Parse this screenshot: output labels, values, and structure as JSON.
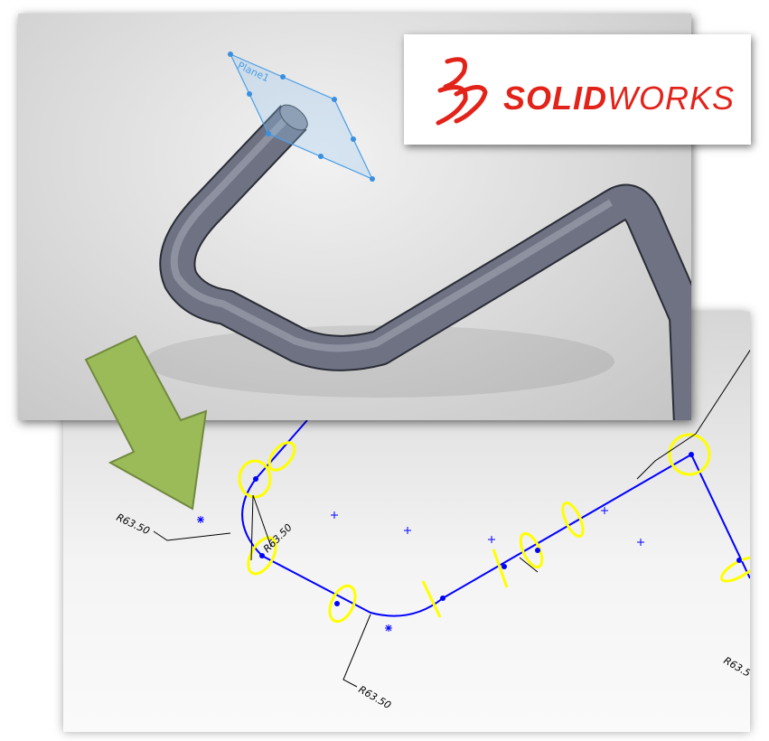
{
  "logo": {
    "mark": "3DS",
    "bold": "SOLID",
    "light": "WORKS"
  },
  "model": {
    "plane_label": "Plane1"
  },
  "sketch": {
    "dimensions": [
      "R63.50",
      "R63.50",
      "R63.50",
      "R63.5"
    ]
  },
  "colors": {
    "sketch_line": "#0000ff",
    "selection": "#ffff00",
    "arrow": "#9bbb59",
    "logo": "#e2231a"
  }
}
